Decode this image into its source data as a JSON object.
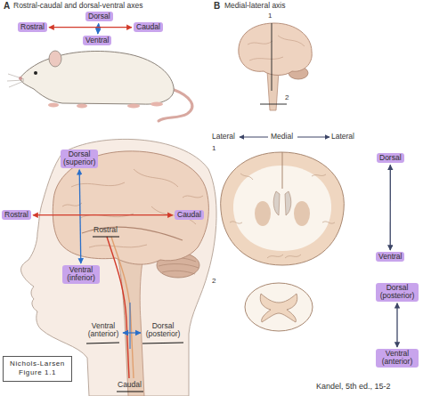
{
  "diagram": {
    "nodes": [
      {
        "text": [
          "Dorsal"
        ]
      },
      {
        "text": [
          "Rostral"
        ]
      },
      {
        "text": [
          "Caudal"
        ]
      },
      {
        "text": [
          "Ventral"
        ]
      },
      {
        "text": [
          "Dorsal (superior)"
        ]
      },
      {
        "text": [
          "Rostral"
        ]
      },
      {
        "text": [
          "Caudal"
        ]
      },
      {
        "text": [
          "Ventral (inferior)"
        ]
      },
      {
        "text": [
          "Nichols-Larsen Figure 1.1"
        ]
      },
      {
        "text": [
          "Dorsal"
        ]
      },
      {
        "text": [
          "Ventral"
        ]
      },
      {
        "text": [
          "Dorsal (posterior)"
        ]
      },
      {
        "text": [
          "Ventral (anterior)"
        ]
      }
    ],
    "edges": [
      {
        "from": 0,
        "to": 3,
        "arrow": "both"
      },
      {
        "from": 1,
        "to": 2,
        "arrow": "both"
      },
      {
        "from": 4,
        "to": 7,
        "arrow": "both"
      },
      {
        "from": 5,
        "to": 6,
        "arrow": "both"
      },
      {
        "from": 9,
        "to": 10,
        "arrow": "both"
      },
      {
        "from": 11,
        "to": 12,
        "arrow": "both"
      }
    ],
    "labels": [
      "A",
      "Rostral-caudal and dorsal-ventral axes",
      "B",
      "Medial-lateral axis",
      "1",
      "2",
      "Lateral",
      "Medial",
      "Lateral",
      "1",
      "Rostral",
      "2",
      "Ventral (anterior)",
      "Dorsal (posterior)",
      "Caudal",
      "Kandel, 5th ed., 15-2"
    ]
  }
}
